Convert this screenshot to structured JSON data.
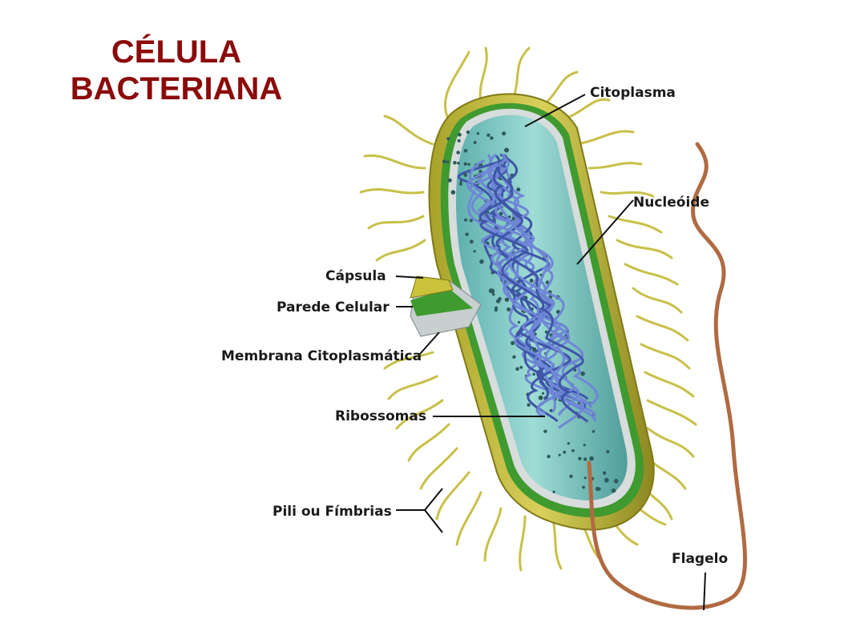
{
  "title": {
    "line1": "CÉLULA",
    "line2": "BACTERIANA",
    "color": "#8b0a0a"
  },
  "labels": {
    "citoplasma": "Citoplasma",
    "nucleoide": "Nucleóide",
    "capsula": "Cápsula",
    "parede": "Parede Celular",
    "membrana": "Membrana Citoplasmática",
    "ribossomas": "Ribossomas",
    "pili": "Pili ou Fímbrias",
    "flagelo": "Flagelo"
  },
  "colors": {
    "capsule": "#c9c23a",
    "capsule_dark": "#8f8a1c",
    "cell_wall": "#3f9a2f",
    "membrane": "#cfd6d6",
    "cytoplasm": "#8fd0cc",
    "nucleoid": "#5a72c8",
    "pili": "#c8c048",
    "flagellum": "#b06a42"
  }
}
